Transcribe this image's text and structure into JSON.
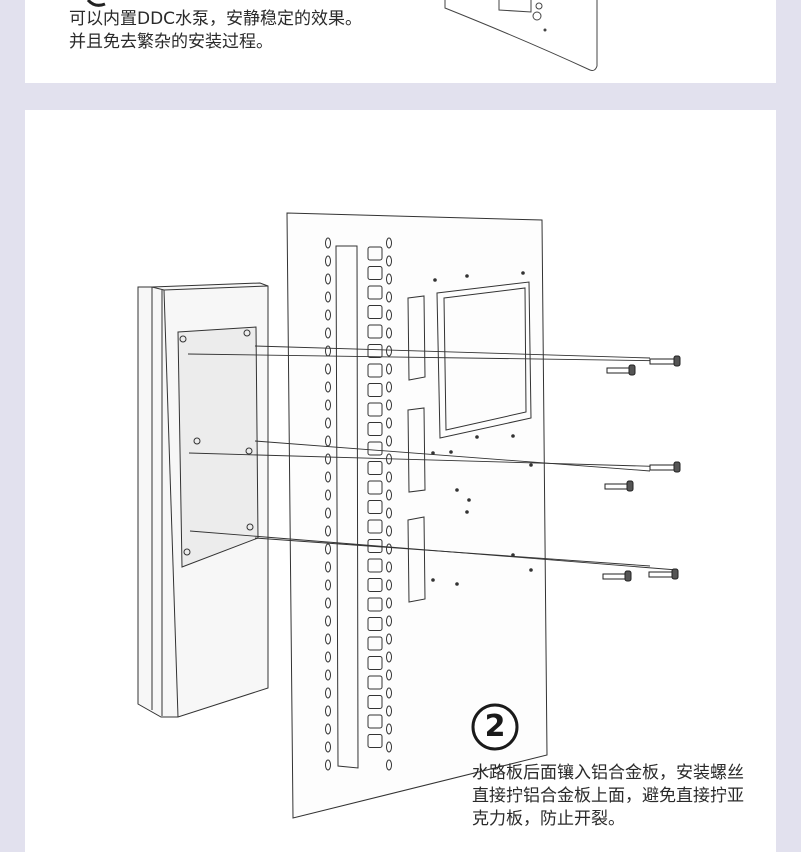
{
  "top_section": {
    "caption_lines": [
      "可以内置DDC水泵，安静稳定的效果。",
      "并且免去繁杂的安装过程。"
    ]
  },
  "main_section": {
    "step_number": "2",
    "caption_lines": [
      "水路板后面镶入铝合金板，安装螺丝",
      "直接拧铝合金板上面，避免直接拧亚",
      "克力板，防止开裂。"
    ]
  },
  "colors": {
    "background": "#e2e1ee",
    "panel": "#ffffff",
    "line": "#333333"
  }
}
